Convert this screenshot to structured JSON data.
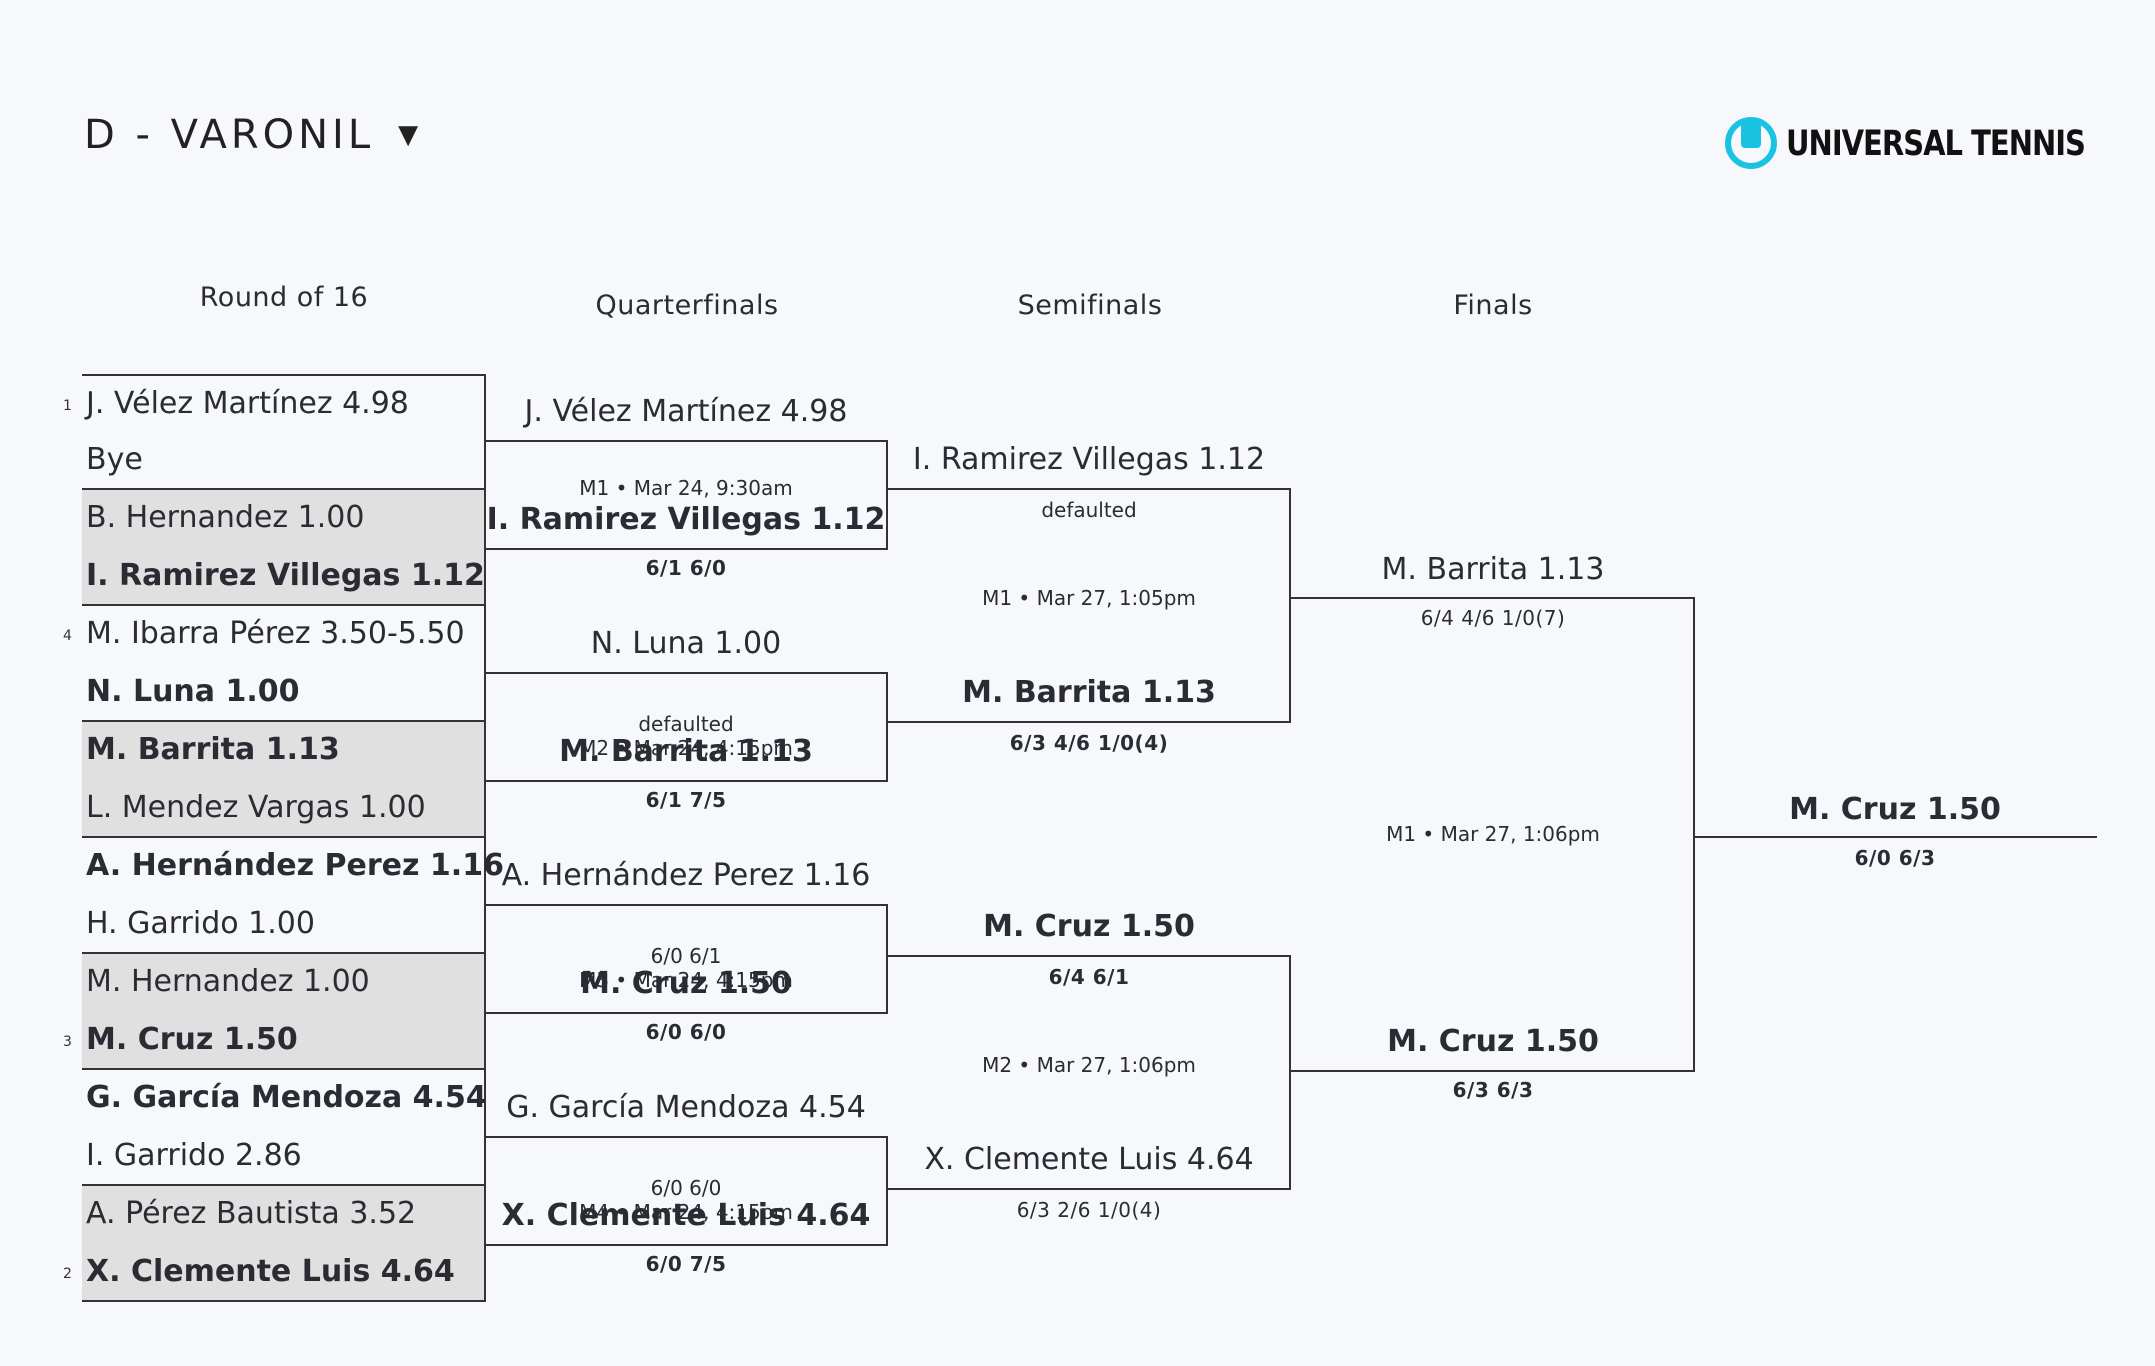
{
  "header": {
    "division": "D - VARONIL",
    "caret": "▼",
    "logo_text": "UNIVERSAL TENNIS",
    "brand_color": "#1bc3e3"
  },
  "rounds": [
    "Round of 16",
    "Quarterfinals",
    "Semifinals",
    "Finals"
  ],
  "r16": [
    {
      "seed": "1",
      "name": "J. Vélez Martínez 4.98",
      "winner": false
    },
    {
      "seed": "",
      "name": "Bye",
      "winner": false
    },
    {
      "seed": "",
      "name": "B. Hernandez 1.00",
      "winner": false
    },
    {
      "seed": "",
      "name": "I. Ramirez Villegas 1.12",
      "winner": true
    },
    {
      "seed": "4",
      "name": "M. Ibarra Pérez 3.50-5.50",
      "winner": false
    },
    {
      "seed": "",
      "name": "N. Luna 1.00",
      "winner": true
    },
    {
      "seed": "",
      "name": "M. Barrita 1.13",
      "winner": true
    },
    {
      "seed": "",
      "name": "L. Mendez Vargas 1.00",
      "winner": false
    },
    {
      "seed": "",
      "name": "A. Hernández Perez 1.16",
      "winner": true
    },
    {
      "seed": "",
      "name": "H. Garrido 1.00",
      "winner": false
    },
    {
      "seed": "",
      "name": "M. Hernandez 1.00",
      "winner": false
    },
    {
      "seed": "3",
      "name": "M. Cruz 1.50",
      "winner": true
    },
    {
      "seed": "",
      "name": "G. García Mendoza 4.54",
      "winner": true
    },
    {
      "seed": "",
      "name": "I. Garrido 2.86",
      "winner": false
    },
    {
      "seed": "",
      "name": "A. Pérez Bautista 3.52",
      "winner": false
    },
    {
      "seed": "2",
      "name": "X. Clemente Luis 4.64",
      "winner": true
    }
  ],
  "qf": [
    {
      "top": "J. Vélez Martínez 4.98",
      "note": "",
      "info": "M1 • Mar 24, 9:30am",
      "bottom": "I. Ramirez Villegas 1.12",
      "score": "6/1 6/0"
    },
    {
      "top": "N. Luna 1.00",
      "note": "defaulted",
      "info": "M2 • Mar 24, 4:15pm",
      "bottom": "M. Barrita 1.13",
      "score": "6/1 7/5"
    },
    {
      "top": "A. Hernández Perez 1.16",
      "note": "6/0 6/1",
      "info": "M3 • Mar 24, 4:15pm",
      "bottom": "M. Cruz 1.50",
      "score": "6/0 6/0"
    },
    {
      "top": "G. García Mendoza 4.54",
      "note": "6/0 6/0",
      "info": "M4 • Mar 24, 4:15pm",
      "bottom": "X. Clemente Luis 4.64",
      "score": "6/0 7/5"
    }
  ],
  "sf": [
    {
      "top": "I. Ramirez Villegas 1.12",
      "top_note": "defaulted",
      "info": "M1 • Mar 27, 1:05pm",
      "bottom": "M. Barrita 1.13",
      "score": "6/3 4/6 1/0(4)"
    },
    {
      "top": "M. Cruz 1.50",
      "top_note": "6/4 6/1",
      "info": "M2 • Mar 27, 1:06pm",
      "bottom": "X. Clemente Luis 4.64",
      "score": "6/3 2/6 1/0(4)"
    }
  ],
  "final": {
    "top": "M. Barrita 1.13",
    "top_note": "6/4 4/6 1/0(7)",
    "info": "M1 • Mar 27, 1:06pm",
    "bottom": "M. Cruz 1.50",
    "score": "6/3 6/3"
  },
  "champion": {
    "name": "M. Cruz 1.50",
    "score": "6/0 6/3"
  }
}
